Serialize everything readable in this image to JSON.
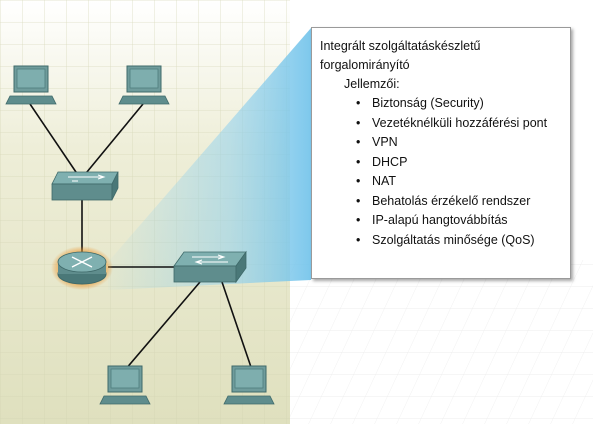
{
  "callout": {
    "title": "Integrált szolgáltatáskészletű forgalomirányító",
    "subtitle": "Jellemzői:",
    "bullet_char": "•",
    "features": [
      "Biztonság (Security)",
      "Vezetéknélküli hozzáférési pont",
      "VPN",
      "DHCP",
      "NAT",
      "Behatolás érzékelő rendszer",
      "IP-alapú hangtovábbítás",
      "Szolgáltatás minősége (QoS)"
    ]
  },
  "diagram": {
    "devices": [
      {
        "id": "pc-top-left",
        "type": "pc-icon"
      },
      {
        "id": "pc-top-right",
        "type": "pc-icon"
      },
      {
        "id": "switch-upper",
        "type": "switch-icon"
      },
      {
        "id": "router",
        "type": "isr-router-icon"
      },
      {
        "id": "switch-lower",
        "type": "switch-icon"
      },
      {
        "id": "pc-bottom-left",
        "type": "pc-icon"
      },
      {
        "id": "pc-bottom-right",
        "type": "pc-icon"
      }
    ],
    "links": [
      [
        "pc-top-left",
        "switch-upper"
      ],
      [
        "pc-top-right",
        "switch-upper"
      ],
      [
        "switch-upper",
        "router"
      ],
      [
        "router",
        "switch-lower"
      ],
      [
        "switch-lower",
        "pc-bottom-left"
      ],
      [
        "switch-lower",
        "pc-bottom-right"
      ]
    ]
  },
  "colors": {
    "background_panel": "#e3e4c6",
    "grid_line": "#d4d5b4",
    "device_body": "#5f8d8d",
    "device_dark": "#3f6a6a",
    "router_glow": "#e88a1f",
    "highlight_beam": "#8fd0ee",
    "link": "#111111"
  }
}
